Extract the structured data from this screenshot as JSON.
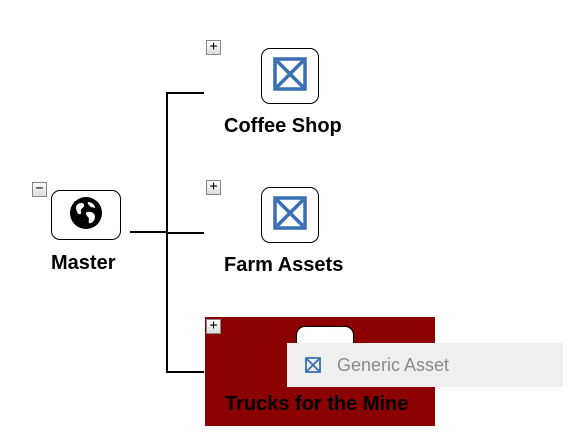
{
  "tree": {
    "root": {
      "label": "Master",
      "icon": "globe-icon",
      "toggle": "−"
    },
    "children": [
      {
        "label": "Coffee Shop",
        "icon": "asset-icon",
        "toggle": "+"
      },
      {
        "label": "Farm Assets",
        "icon": "asset-icon",
        "toggle": "+"
      },
      {
        "label": "Trucks for the Mine",
        "icon": "asset-icon",
        "toggle": "+",
        "selected": true
      }
    ]
  },
  "context_menu": {
    "items": [
      {
        "label": "Generic Asset",
        "icon": "asset-icon"
      }
    ]
  },
  "colors": {
    "selected_bg": "#8b0000",
    "asset_icon": "#3a6fb5",
    "menu_bg": "#efefef",
    "menu_text": "#8a8a8a"
  }
}
